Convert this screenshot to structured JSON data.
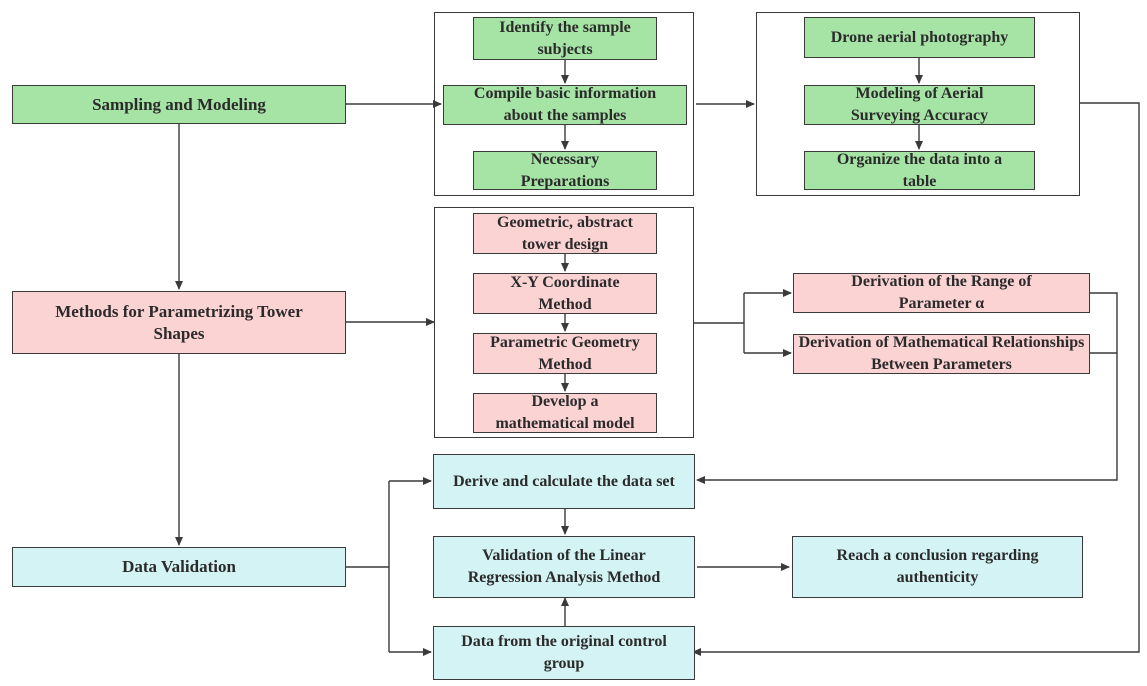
{
  "nodes": {
    "sampling": "Sampling and Modeling",
    "methods": "Methods for Parametrizing Tower Shapes",
    "validation": "Data Validation",
    "identify": "Identify the sample subjects",
    "compile": "Compile basic information about the samples",
    "necessary": "Necessary Preparations",
    "drone": "Drone aerial photography",
    "modeling_accuracy": "Modeling of Aerial Surveying Accuracy",
    "organize": "Organize the data into a table",
    "geometric": "Geometric, abstract tower design",
    "xy": "X-Y Coordinate Method",
    "parametric": "Parametric Geometry Method",
    "develop": "Develop a mathematical model",
    "range_alpha": "Derivation of the Range of Parameter α",
    "relationships": "Derivation of Mathematical Relationships Between Parameters",
    "derive": "Derive and calculate the data set",
    "linear": "Validation of the Linear Regression Analysis Method",
    "conclusion": "Reach a conclusion regarding authenticity",
    "original": "Data from the original control group"
  },
  "colors": {
    "green": "#a6e4a6",
    "pink": "#fbd3d3",
    "cyan": "#d3f3f4",
    "line": "#3a3a3a"
  }
}
